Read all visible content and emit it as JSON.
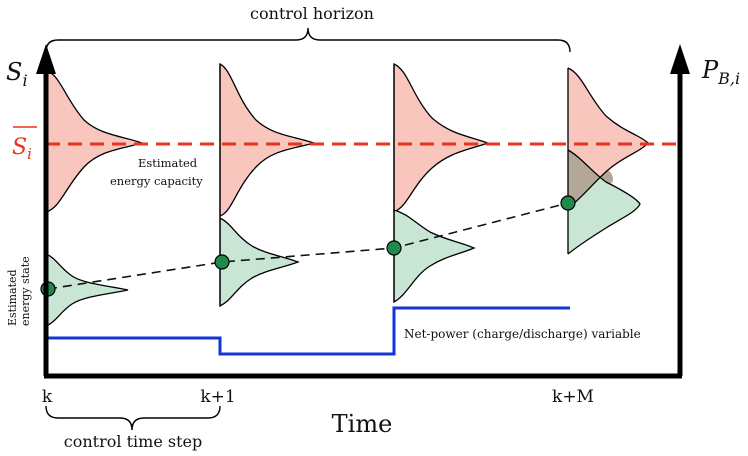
{
  "labels": {
    "control_horizon": "control horizon",
    "control_time_step": "control time step",
    "time_axis": "Time",
    "left_axis_symbol": "S",
    "left_axis_subscript": "i",
    "right_axis_symbol": "P",
    "right_axis_subscript": "B,i",
    "capacity_line_symbol": "S",
    "capacity_line_subscript": "i",
    "estimated_capacity_line1": "Estimated",
    "estimated_capacity_line2": "energy capacity",
    "estimated_state_line1": "Estimated",
    "estimated_state_line2": "energy state",
    "net_power_label": "Net-power (charge/discharge) variable",
    "tick_k": "k",
    "tick_k1": "k+1",
    "tick_kM": "k+M"
  },
  "colors": {
    "axis": "#000000",
    "capacity_line": "#e8331f",
    "capacity_fill": "#f9c6be",
    "state_fill": "#c8e6d3",
    "overlap_fill": "#b3a898",
    "state_marker": "#1f8a4c",
    "net_power": "#1436d4",
    "trajectory": "#111111"
  }
}
